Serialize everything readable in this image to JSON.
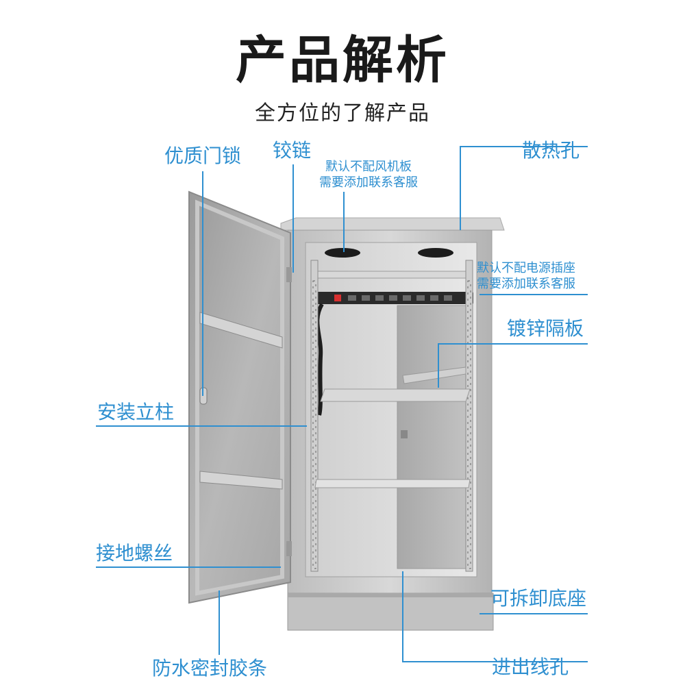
{
  "header": {
    "title": "产品解析",
    "subtitle": "全方位的了解产品"
  },
  "labels": {
    "door_lock": "优质门锁",
    "hinge": "铰链",
    "fan_note_line1": "默认不配风机板",
    "fan_note_line2": "需要添加联系客服",
    "vent": "散热孔",
    "pdu_note_line1": "默认不配电源插座",
    "pdu_note_line2": "需要添加联系客服",
    "shelf": "镀锌隔板",
    "post": "安装立柱",
    "ground_screw": "接地螺丝",
    "base": "可拆卸底座",
    "seal_strip": "防水密封胶条",
    "cable_hole": "进出线孔"
  },
  "colors": {
    "accent": "#2e8fd0",
    "title": "#1a1a1a",
    "cabinet": "#c9c9c9",
    "pdu_switch": "#d83030"
  }
}
